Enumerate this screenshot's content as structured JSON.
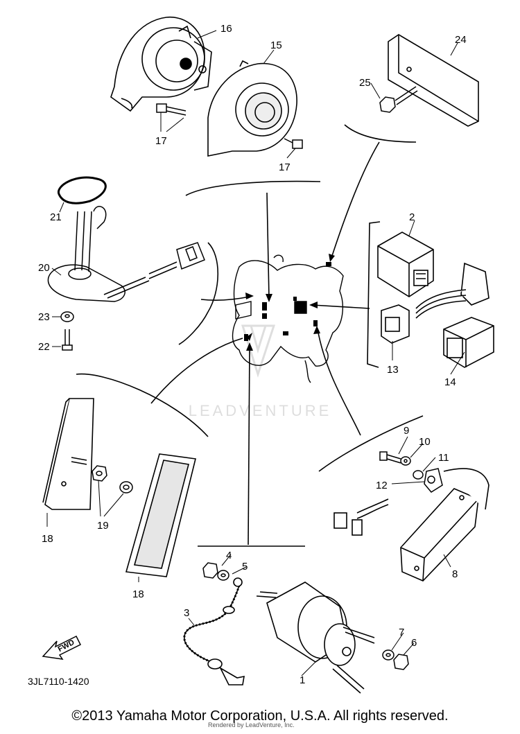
{
  "diagram": {
    "drawing_number": "3JL7110-1420",
    "fwd_label": "FWD",
    "watermark": "LEADVENTURE",
    "parts": [
      {
        "key": "p1",
        "label": "1",
        "name": "starter-relay"
      },
      {
        "key": "p2",
        "label": "2",
        "name": "relay-unit"
      },
      {
        "key": "p3",
        "label": "3",
        "name": "starter-cable"
      },
      {
        "key": "p4",
        "label": "4",
        "name": "nut"
      },
      {
        "key": "p5",
        "label": "5",
        "name": "washer"
      },
      {
        "key": "p6",
        "label": "6",
        "name": "nut"
      },
      {
        "key": "p7",
        "label": "7",
        "name": "washer"
      },
      {
        "key": "p8",
        "label": "8",
        "name": "regulator"
      },
      {
        "key": "p9",
        "label": "9",
        "name": "bolt"
      },
      {
        "key": "p10",
        "label": "10",
        "name": "washer"
      },
      {
        "key": "p11",
        "label": "11",
        "name": "collar"
      },
      {
        "key": "p12",
        "label": "12",
        "name": "clamp"
      },
      {
        "key": "p13",
        "label": "13",
        "name": "coupler"
      },
      {
        "key": "p14",
        "label": "14",
        "name": "coupler"
      },
      {
        "key": "p15",
        "label": "15",
        "name": "horn"
      },
      {
        "key": "p16",
        "label": "16",
        "name": "horn"
      },
      {
        "key": "p17a",
        "label": "17",
        "name": "bolt"
      },
      {
        "key": "p17b",
        "label": "17",
        "name": "bolt"
      },
      {
        "key": "p18a",
        "label": "18",
        "name": "reflector"
      },
      {
        "key": "p18b",
        "label": "18",
        "name": "reflector"
      },
      {
        "key": "p19",
        "label": "19",
        "name": "nut"
      },
      {
        "key": "p20",
        "label": "20",
        "name": "fuel-sender"
      },
      {
        "key": "p21",
        "label": "21",
        "name": "gasket"
      },
      {
        "key": "p22",
        "label": "22",
        "name": "screw"
      },
      {
        "key": "p23",
        "label": "23",
        "name": "washer"
      },
      {
        "key": "p24",
        "label": "24",
        "name": "reflector"
      },
      {
        "key": "p25",
        "label": "25",
        "name": "nut"
      }
    ]
  },
  "copyright": "©2013 Yamaha Motor Corporation, U.S.A. All rights reserved.",
  "watermark_credit": "Rendered by LeadVenture, Inc."
}
